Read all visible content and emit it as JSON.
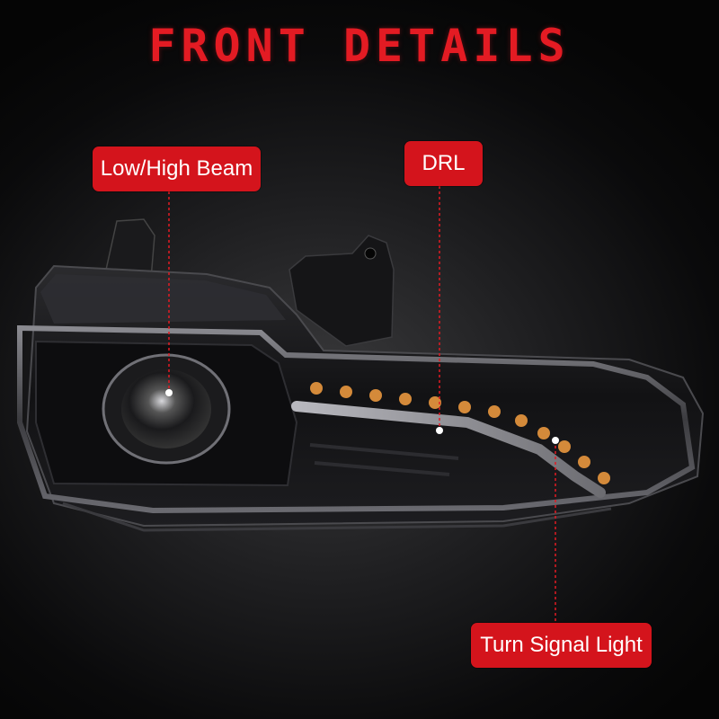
{
  "title": "FRONT DETAILS",
  "callouts": {
    "beam": "Low/High Beam",
    "drl": "DRL",
    "turn": "Turn Signal Light"
  },
  "colors": {
    "accent": "#d4141c",
    "title": "#e31b23",
    "drl_led": "#f0e6d8",
    "amber_led": "#d48a3a"
  }
}
